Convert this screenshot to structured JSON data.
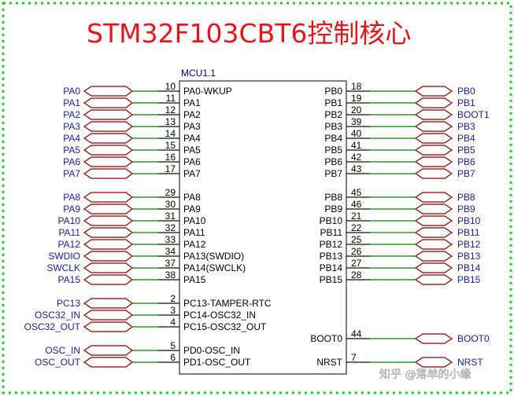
{
  "title": "STM32F103CBT6控制核心",
  "component": {
    "ref": "MCU1.1"
  },
  "watermark": "知乎 @落单的小缘",
  "colors": {
    "title": "#e8141b",
    "border": "#22cc22",
    "wire": "#008000",
    "port": "#8b0000",
    "body": "#000000",
    "net_label": "#1a1aa6"
  },
  "left_pins": [
    {
      "num": "10",
      "name": "PA0-WKUP",
      "net": "PA0"
    },
    {
      "num": "11",
      "name": "PA1",
      "net": "PA1"
    },
    {
      "num": "12",
      "name": "PA2",
      "net": "PA2"
    },
    {
      "num": "13",
      "name": "PA3",
      "net": "PA3"
    },
    {
      "num": "14",
      "name": "PA4",
      "net": "PA4"
    },
    {
      "num": "15",
      "name": "PA5",
      "net": "PA5"
    },
    {
      "num": "16",
      "name": "PA6",
      "net": "PA6"
    },
    {
      "num": "17",
      "name": "PA7",
      "net": "PA7"
    },
    {
      "num": "29",
      "name": "PA8",
      "net": "PA8"
    },
    {
      "num": "30",
      "name": "PA9",
      "net": "PA9"
    },
    {
      "num": "31",
      "name": "PA10",
      "net": "PA10"
    },
    {
      "num": "32",
      "name": "PA11",
      "net": "PA11"
    },
    {
      "num": "33",
      "name": "PA12",
      "net": "PA12"
    },
    {
      "num": "34",
      "name": "PA13(SWDIO)",
      "net": "SWDIO"
    },
    {
      "num": "37",
      "name": "PA14(SWCLK)",
      "net": "SWCLK"
    },
    {
      "num": "38",
      "name": "PA15",
      "net": "PA15"
    },
    {
      "num": "2",
      "name": "PC13-TAMPER-RTC",
      "net": "PC13"
    },
    {
      "num": "3",
      "name": "PC14-OSC32_IN",
      "net": "OSC32_IN"
    },
    {
      "num": "4",
      "name": "PC15-OSC32_OUT",
      "net": "OSC32_OUT"
    },
    {
      "num": "5",
      "name": "PD0-OSC_IN",
      "net": "OSC_IN"
    },
    {
      "num": "6",
      "name": "PD1-OSC_OUT",
      "net": "OSC_OUT"
    }
  ],
  "right_pins": [
    {
      "num": "18",
      "name": "PB0",
      "net": "PB0"
    },
    {
      "num": "19",
      "name": "PB1",
      "net": "PB1"
    },
    {
      "num": "20",
      "name": "PB2",
      "net": "BOOT1"
    },
    {
      "num": "39",
      "name": "PB3",
      "net": "PB3"
    },
    {
      "num": "40",
      "name": "PB4",
      "net": "PB4"
    },
    {
      "num": "41",
      "name": "PB5",
      "net": "PB5"
    },
    {
      "num": "42",
      "name": "PB6",
      "net": "PB6"
    },
    {
      "num": "43",
      "name": "PB7",
      "net": "PB7"
    },
    {
      "num": "45",
      "name": "PB8",
      "net": "PB8"
    },
    {
      "num": "46",
      "name": "PB9",
      "net": "PB9"
    },
    {
      "num": "21",
      "name": "PB10",
      "net": "PB10"
    },
    {
      "num": "22",
      "name": "PB11",
      "net": "PB11"
    },
    {
      "num": "25",
      "name": "PB12",
      "net": "PB12"
    },
    {
      "num": "26",
      "name": "PB13",
      "net": "PB13"
    },
    {
      "num": "27",
      "name": "PB14",
      "net": "PB14"
    },
    {
      "num": "28",
      "name": "PB15",
      "net": "PB15"
    },
    {
      "num": "44",
      "name": "BOOT0",
      "net": "BOOT0"
    },
    {
      "num": "7",
      "name": "NRST",
      "net": "NRST"
    }
  ]
}
